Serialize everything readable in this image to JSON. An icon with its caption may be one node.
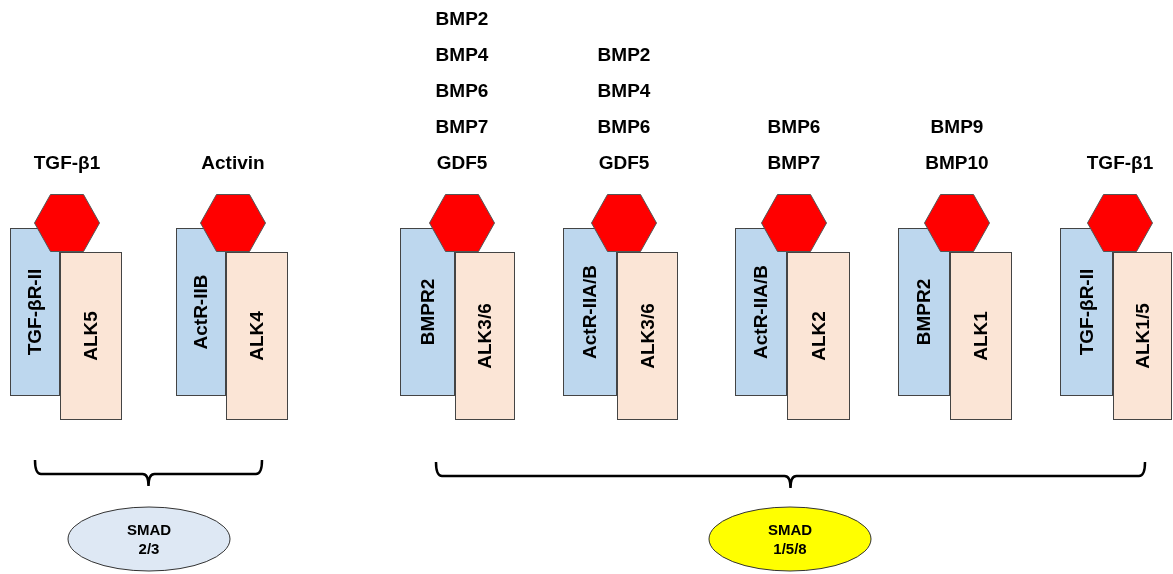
{
  "diagram": {
    "nodes": [
      {
        "text": [],
        "shape": "hexagon",
        "beside": [
          "TGF-β1"
        ]
      },
      {
        "text": [
          "TGF-βR-II"
        ]
      },
      {
        "text": [
          "ALK5"
        ]
      },
      {
        "text": [],
        "shape": "hexagon",
        "beside": [
          "Activin"
        ]
      },
      {
        "text": [
          "ActR-IIB"
        ]
      },
      {
        "text": [
          "ALK4"
        ]
      },
      {
        "text": [],
        "shape": "hexagon",
        "beside": [
          "BMP2",
          "BMP4",
          "BMP6",
          "BMP7",
          "GDF5"
        ]
      },
      {
        "text": [
          "BMPR2"
        ]
      },
      {
        "text": [
          "ALK3/6"
        ]
      },
      {
        "text": [],
        "shape": "hexagon",
        "beside": [
          "BMP2",
          "BMP4",
          "BMP6",
          "GDF5"
        ]
      },
      {
        "text": [
          "ActR-IIA/B"
        ]
      },
      {
        "text": [
          "ALK3/6"
        ]
      },
      {
        "text": [],
        "shape": "hexagon",
        "beside": [
          "BMP6",
          "BMP7"
        ]
      },
      {
        "text": [
          "ActR-IIA/B"
        ]
      },
      {
        "text": [
          "ALK2"
        ]
      },
      {
        "text": [],
        "shape": "hexagon",
        "beside": [
          "BMP9",
          "BMP10"
        ]
      },
      {
        "text": [
          "BMPR2"
        ]
      },
      {
        "text": [
          "ALK1"
        ]
      },
      {
        "text": [],
        "shape": "hexagon",
        "beside": [
          "TGF-β1"
        ]
      },
      {
        "text": [
          "TGF-βR-II"
        ]
      },
      {
        "text": [
          "ALK1/5"
        ]
      },
      {
        "text": [
          "SMAD 2/3"
        ]
      },
      {
        "text": [
          "SMAD 1/5/8"
        ]
      }
    ]
  }
}
